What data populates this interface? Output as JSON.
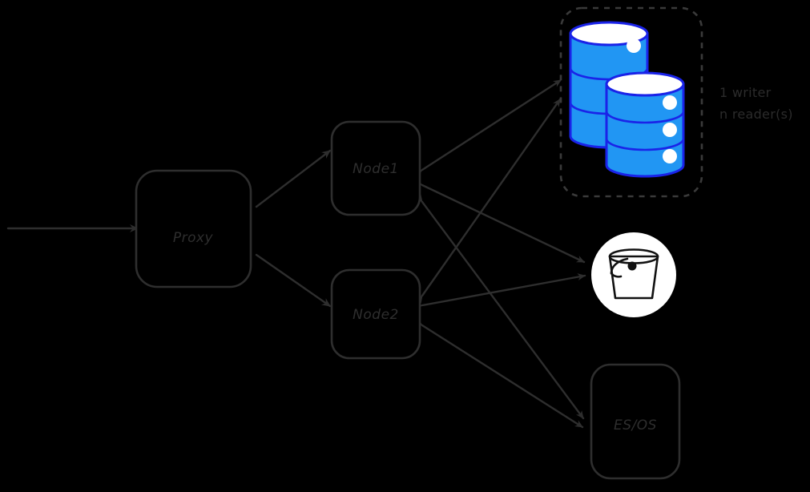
{
  "diagram": {
    "title": "Proxy / Nodes / Storage architecture",
    "background_color": "#000000",
    "stroke_color": "#2e2e2e",
    "db_color": "#2196f3",
    "db_outline_color": "#1a23e8",
    "db_top_color": "#ffffff",
    "bucket_circle_color": "#ffffff",
    "bucket_stroke_color": "#111111"
  },
  "nodes": {
    "proxy": {
      "label": "Proxy"
    },
    "node1": {
      "label": "Node1"
    },
    "node2": {
      "label": "Node2"
    },
    "es_os": {
      "label": "ES/OS"
    }
  },
  "annotations": {
    "db_group_line1": "1 writer",
    "db_group_line2": "n reader(s)"
  },
  "icons": {
    "database_group": "database-cylinders-icon",
    "bucket": "storage-bucket-icon",
    "ingress_arrow": "ingress-arrow-icon"
  },
  "edges": [
    {
      "name": "ingress-to-proxy",
      "from": "ingress",
      "to": "proxy",
      "bidirectional": false
    },
    {
      "name": "proxy-to-node1",
      "from": "proxy",
      "to": "node1",
      "bidirectional": false
    },
    {
      "name": "proxy-to-node2",
      "from": "proxy",
      "to": "node2",
      "bidirectional": false
    },
    {
      "name": "node1-to-database",
      "from": "node1",
      "to": "database-group",
      "bidirectional": true
    },
    {
      "name": "node1-to-bucket",
      "from": "node1",
      "to": "bucket",
      "bidirectional": true
    },
    {
      "name": "node1-to-es-os",
      "from": "node1",
      "to": "es_os",
      "bidirectional": true
    },
    {
      "name": "node2-to-database",
      "from": "node2",
      "to": "database-group",
      "bidirectional": true
    },
    {
      "name": "node2-to-bucket",
      "from": "node2",
      "to": "bucket",
      "bidirectional": true
    },
    {
      "name": "node2-to-es-os",
      "from": "node2",
      "to": "es_os",
      "bidirectional": true
    }
  ]
}
